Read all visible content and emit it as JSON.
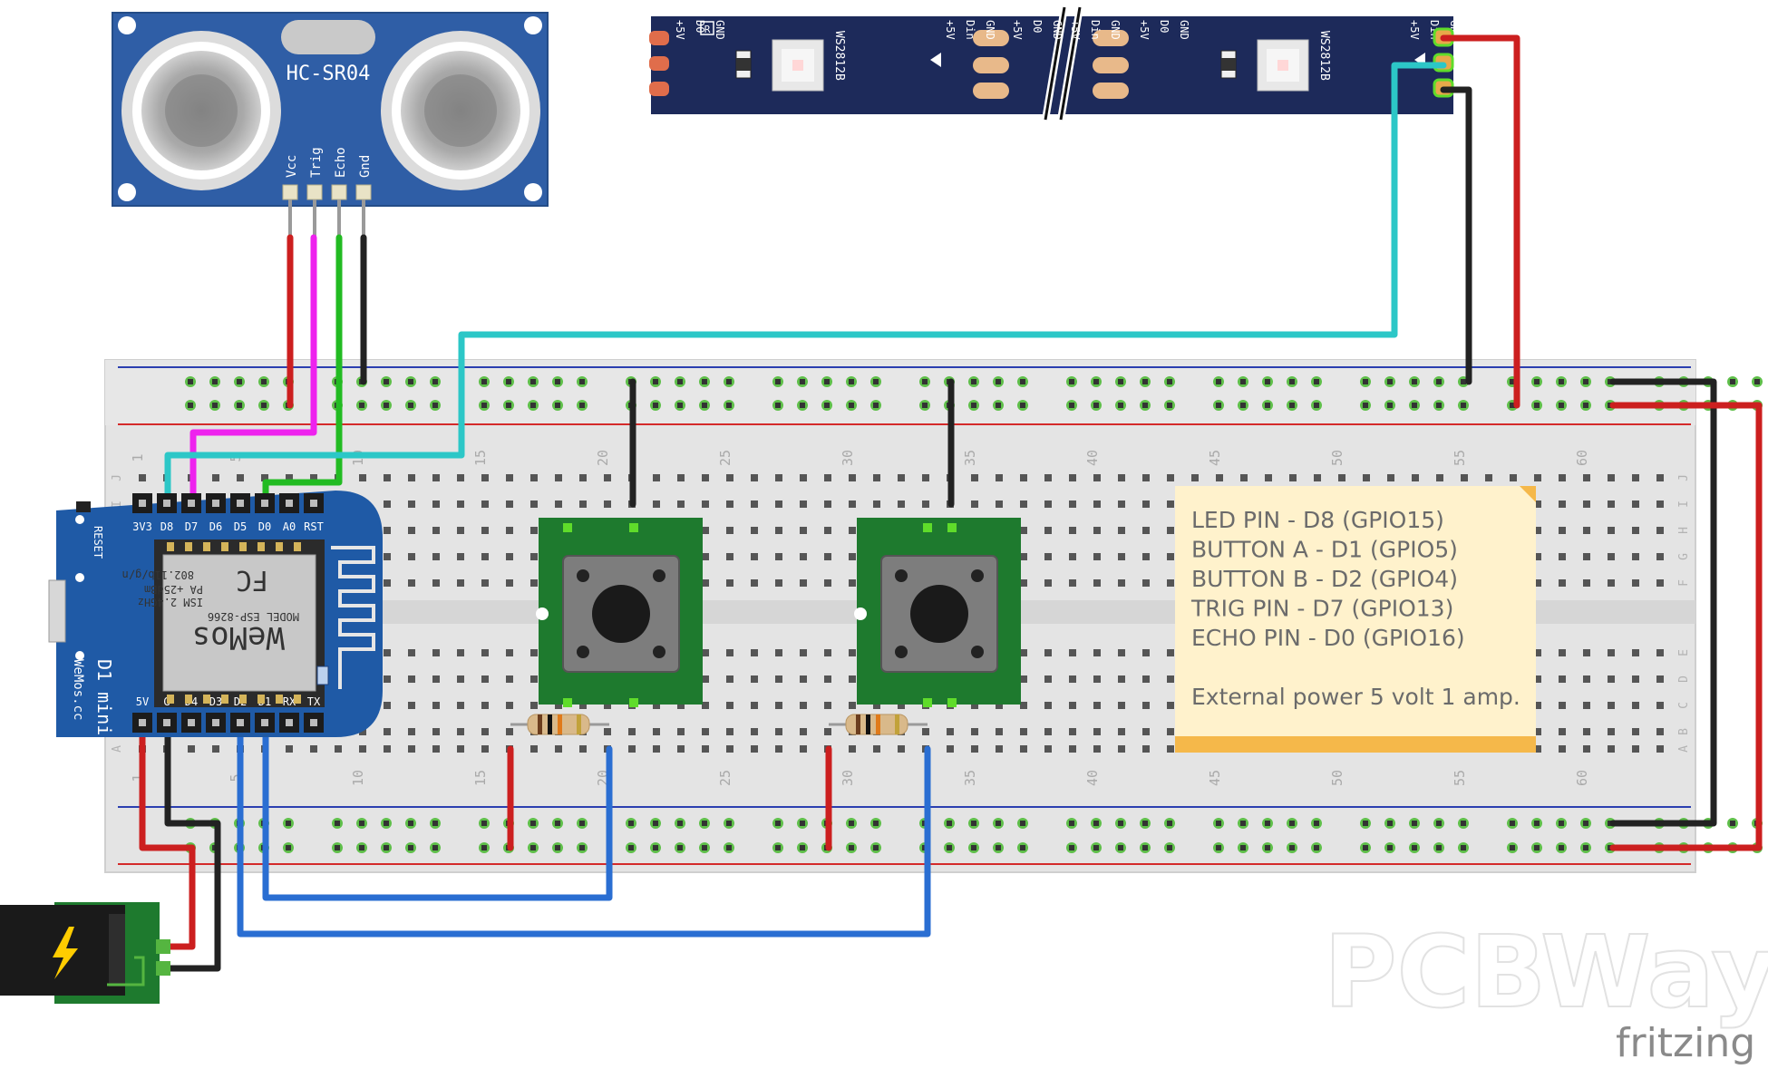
{
  "sensor": {
    "model": "HC-SR04",
    "pins": [
      "Vcc",
      "Trig",
      "Echo",
      "Gnd"
    ]
  },
  "led_strip": {
    "chip_label": "WS2812B",
    "pins_in": [
      "+5V",
      "Din",
      "GND"
    ],
    "pins_out": [
      "+5V",
      "D0",
      "GND"
    ],
    "cert_mark": "R"
  },
  "breadboard": {
    "column_numbers": [
      "1",
      "5",
      "10",
      "15",
      "20",
      "25",
      "30",
      "35",
      "40",
      "45",
      "50",
      "55",
      "60"
    ],
    "row_letters_top": [
      "J",
      "I",
      "H",
      "G",
      "F"
    ],
    "row_letters_bottom": [
      "E",
      "D",
      "C",
      "B",
      "A"
    ]
  },
  "microcontroller": {
    "brand": "WeMos",
    "board_name": "D1 mini",
    "site": "WeMos.cc",
    "reset_label": "RESET",
    "module_model": "MODEL ESP-8266",
    "module_band": "ISM 2.4GHz",
    "module_power": "PA +25dBm",
    "module_wifi": "802.11b/g/n",
    "fcc_mark": "FC",
    "top_pins": [
      "3V3",
      "D8",
      "D7",
      "D6",
      "D5",
      "D0",
      "A0",
      "RST"
    ],
    "bottom_pins": [
      "5V",
      "G",
      "D4",
      "D3",
      "D2",
      "D1",
      "RX",
      "TX"
    ]
  },
  "note": {
    "lines": [
      "LED PIN - D8 (GPIO15)",
      "BUTTON A - D1 (GPIO5)",
      "BUTTON B - D2 (GPIO4)",
      "TRIG PIN - D7 (GPIO13)",
      "ECHO PIN - D0 (GPIO16)",
      "",
      "External power 5 volt 1 amp."
    ]
  },
  "watermark": {
    "brand": "PCBWay",
    "tool": "fritzing"
  },
  "colors": {
    "wire_red": "#cc1f1f",
    "wire_black": "#222222",
    "wire_magenta": "#ee22ee",
    "wire_green": "#22bb22",
    "wire_cyan": "#2cc7c7",
    "wire_blue": "#2a6ed2",
    "sensor_blue": "#2f5ea6",
    "strip_navy": "#1d2a5a",
    "board_blue": "#1f5aa6",
    "note_yellow": "#fff2cc",
    "button_green": "#1e7a2e"
  }
}
